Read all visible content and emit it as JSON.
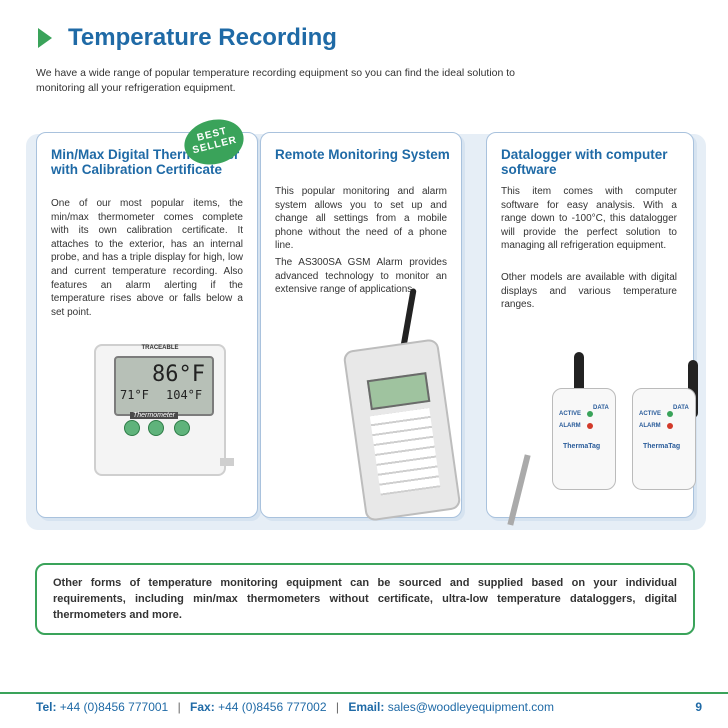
{
  "header": {
    "title": "Temperature Recording",
    "intro": "We have a wide range of popular temperature recording equipment so you can find the ideal solution to monitoring all your refrigeration equipment."
  },
  "cards": [
    {
      "title": "Min/Max Digital Thermometer with Calibration Certificate",
      "badge": "BEST SELLER",
      "body": "One of our most popular items, the min/max thermometer comes complete with its own calibration certificate. It attaches to the exterior, has an internal probe, and has a triple display for high, low and current temperature recording. Also features an alarm alerting if the temperature rises above or falls below a set point."
    },
    {
      "title": "Remote Monitoring System",
      "body": "This popular monitoring and alarm system allows you to set up and change all settings from a mobile phone without the need of a phone line.",
      "body2": "The AS300SA GSM Alarm provides advanced technology to monitor an extensive range of applications."
    },
    {
      "title": "Datalogger with computer software",
      "body": "This item comes with computer software for easy analysis. With a range down to -100°C, this datalogger will provide the perfect solution to managing all refrigeration equipment.",
      "body2": "Other models are available with digital displays and various temperature ranges."
    }
  ],
  "device_labels": {
    "thermometer_brand": "TRACEABLE",
    "thermometer_temp_main": "86°F",
    "thermometer_temp_low": "71°F",
    "thermometer_temp_high": "104°F",
    "thermometer_label": "Thermometer",
    "tag_active": "ACTIVE",
    "tag_alarm": "ALARM",
    "tag_data": "DATA",
    "tag_brand": "ThermaTag"
  },
  "bottom_note": "Other forms of temperature monitoring equipment can be sourced and supplied based on your individual requirements, including min/max thermometers without certificate, ultra-low temperature dataloggers, digital thermometers and more.",
  "footer": {
    "tel_label": "Tel:",
    "tel": "+44 (0)8456 777001",
    "fax_label": "Fax:",
    "fax": "+44 (0)8456 777002",
    "email_label": "Email:",
    "email": "sales@woodleyequipment.com",
    "sep": "|",
    "page": "9"
  },
  "colors": {
    "accent_blue": "#1f6aa6",
    "accent_green": "#3aa35a"
  }
}
